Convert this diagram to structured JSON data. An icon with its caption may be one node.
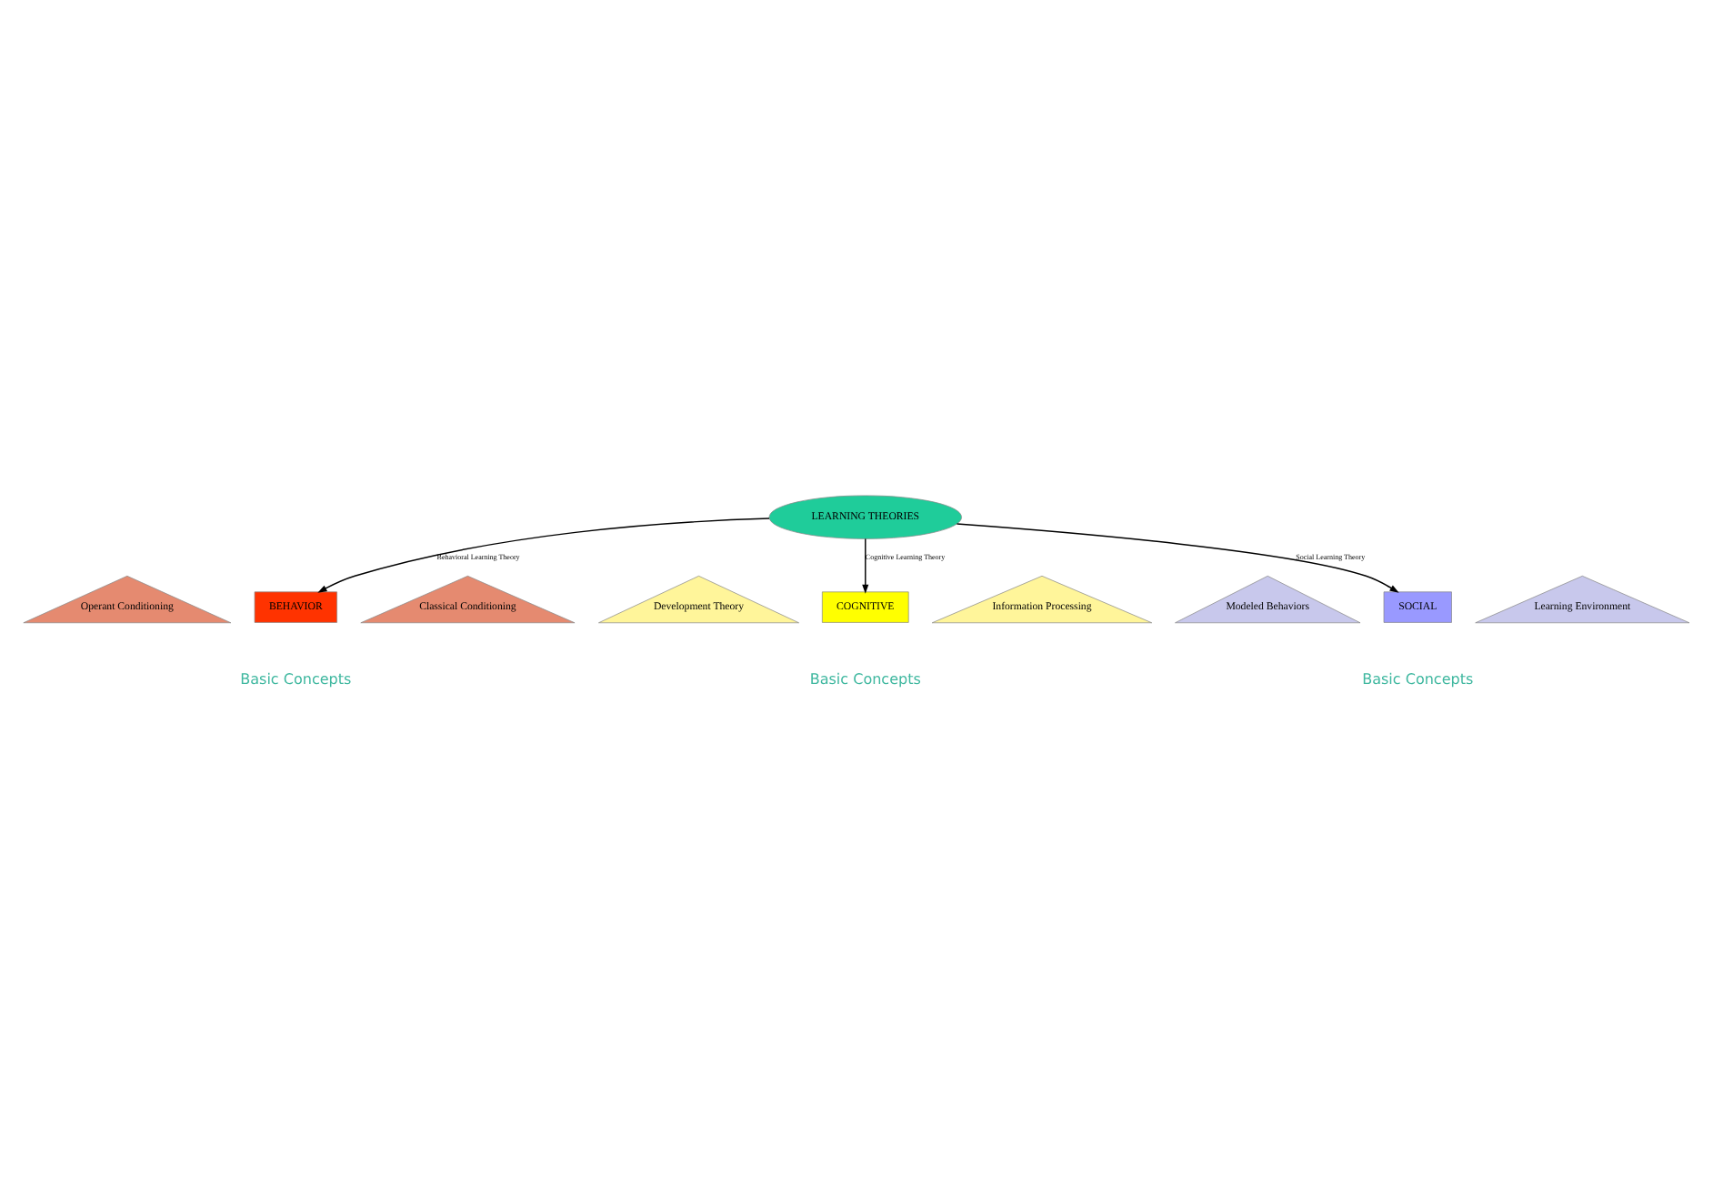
{
  "diagram": {
    "nodes": [
      {
        "text": [
          "LEARNING THEORIES"
        ]
      },
      {
        "text": [
          "BEHAVIOR"
        ]
      },
      {
        "text": [
          "Classical Conditioning"
        ]
      },
      {
        "text": [
          "Operant Conditioning"
        ]
      },
      {
        "text": [
          "COGNITIVE"
        ]
      },
      {
        "text": [
          "Development Theory"
        ]
      },
      {
        "text": [
          "Information Processing"
        ]
      },
      {
        "text": [
          "SOCIAL"
        ]
      },
      {
        "text": [
          "Modeled Behaviors"
        ]
      },
      {
        "text": [
          "Learning Environment"
        ]
      }
    ],
    "edges": [
      {
        "from": 0,
        "to": 1,
        "arrow": "to",
        "label": "Behavioral Learning Theory"
      },
      {
        "from": 0,
        "to": 4,
        "arrow": "to",
        "label": "Cognitive Learning Theory"
      },
      {
        "from": 0,
        "to": 7,
        "arrow": "to",
        "label": "Social Learning Theory"
      }
    ],
    "labels": [
      "Basic Concepts",
      "Basic Concepts",
      "Basic Concepts"
    ]
  }
}
